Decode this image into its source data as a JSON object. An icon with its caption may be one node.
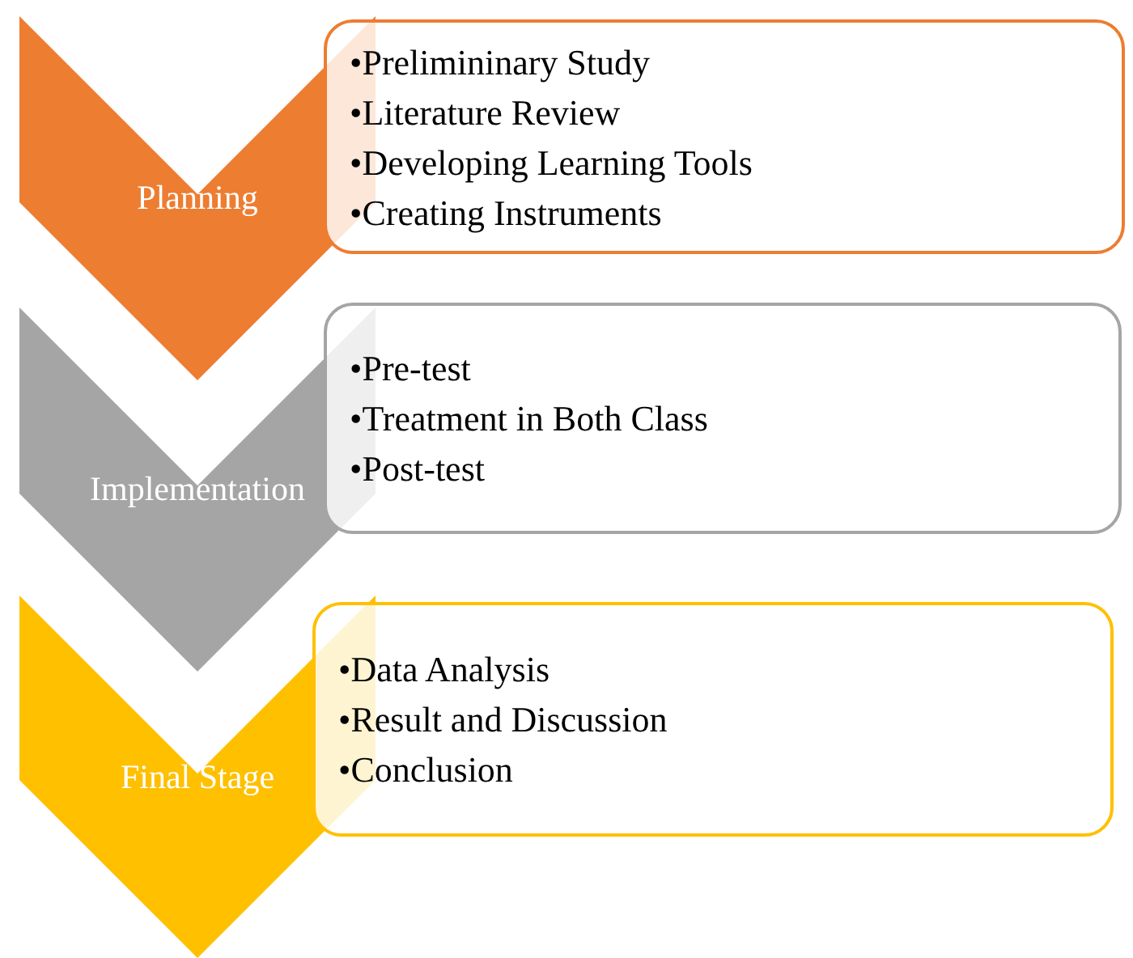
{
  "diagram": {
    "nodes": [
      {
        "text": [
          "Planning"
        ]
      },
      {
        "text": [
          "•Prelimininary Study",
          "•Literature Review",
          "•Developing Learning Tools",
          "•Creating Instruments"
        ]
      },
      {
        "text": [
          "Implementation"
        ]
      },
      {
        "text": [
          "•Pre-test",
          "•Treatment in Both Class",
          "•Post-test"
        ]
      },
      {
        "text": [
          "Final Stage"
        ]
      },
      {
        "text": [
          "•Data Analysis",
          "•Result and Discussion",
          "•Conclusion"
        ]
      }
    ],
    "edges": []
  }
}
